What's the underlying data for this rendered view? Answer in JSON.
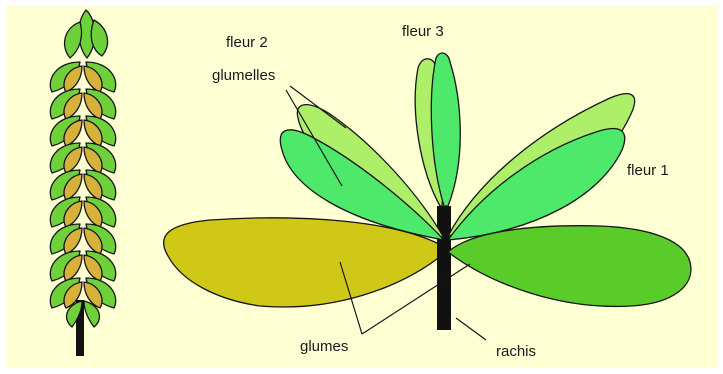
{
  "labels": {
    "fleur2": "fleur 2",
    "fleur3": "fleur 3",
    "fleur1": "fleur 1",
    "glumelles": "glumelles",
    "glumes": "glumes",
    "rachis": "rachis"
  },
  "colors": {
    "background": "#FFFFD4",
    "glume": "#CFC817",
    "bright_green": "#4EE86A",
    "light_green": "#AEEF6A",
    "mid_green": "#5ACC2A",
    "outline": "#151515",
    "stem": "#111111",
    "ear_gold": "#D6B23A",
    "ear_green": "#6FD13A"
  }
}
